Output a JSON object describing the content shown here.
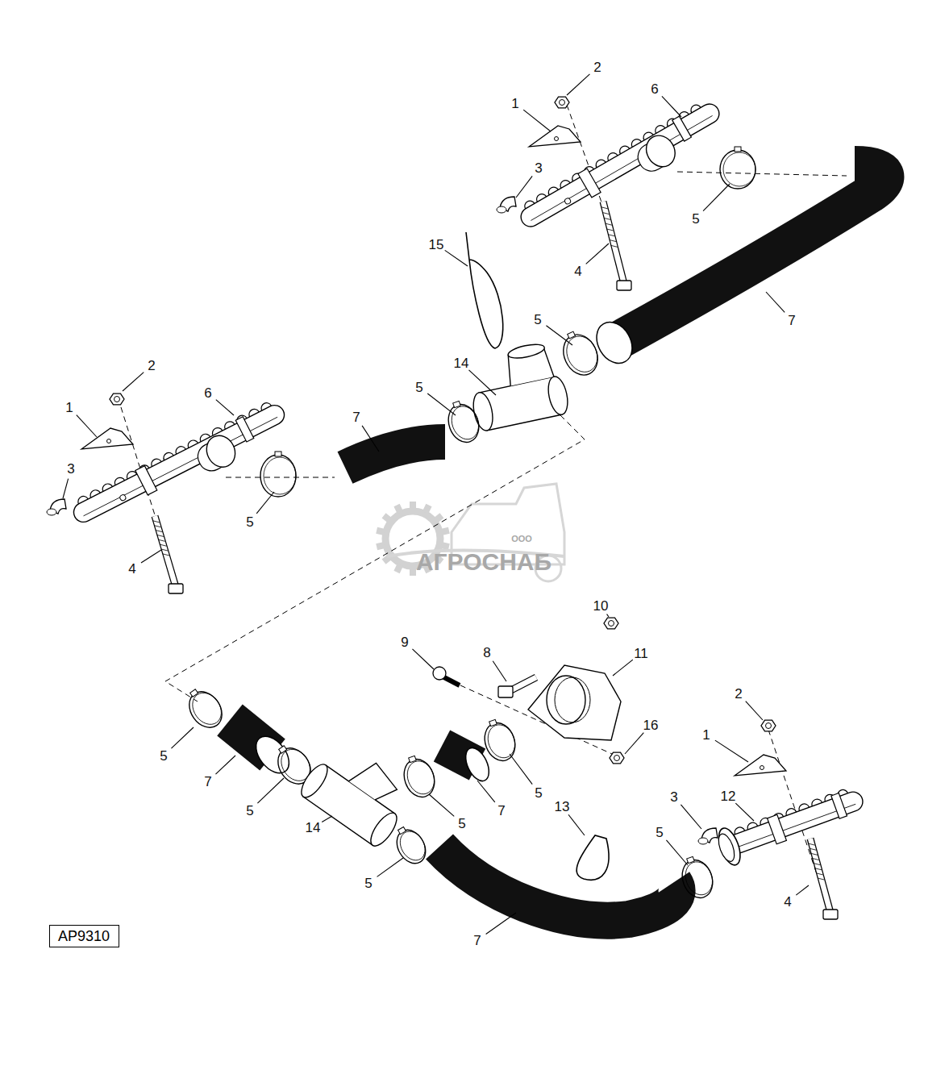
{
  "diagram": {
    "nodes": [
      {
        "text": [
          "AP9310"
        ]
      }
    ],
    "labels": [
      "2",
      "1",
      "6",
      "3",
      "5",
      "4",
      "15",
      "7",
      "5",
      "14",
      "5",
      "2",
      "1",
      "6",
      "7",
      "3",
      "5",
      "4",
      "10",
      "9",
      "8",
      "11",
      "2",
      "16",
      "1",
      "5",
      "7",
      "3",
      "12",
      "13",
      "5",
      "5",
      "7",
      "5",
      "14",
      "5",
      "5",
      "4",
      "7",
      "ООО",
      "АГРОСНАБ"
    ]
  }
}
